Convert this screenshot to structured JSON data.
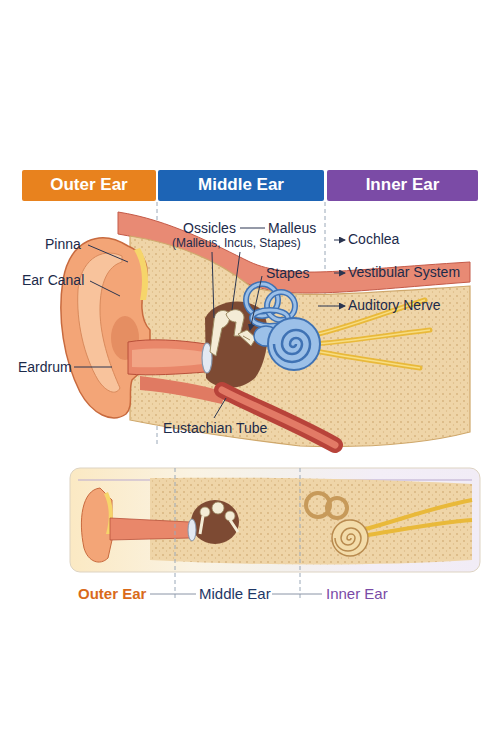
{
  "diagram": {
    "nodes": [
      {
        "text": [
          "Outer Ear"
        ]
      },
      {
        "text": [
          "Middle Ear"
        ]
      },
      {
        "text": [
          "Inner Ear"
        ]
      }
    ],
    "labels": [
      "Pinna",
      "Ear Canal",
      "Eardrum",
      "Ossicles",
      "Malleus",
      "(Malleus, Incus, Stapes)",
      "Stapes",
      "Eustachian Tube",
      "Cochlea",
      "Vestibular System",
      "Auditory Nerve",
      "Outer Ear",
      "Middle Ear",
      "Inner Ear"
    ]
  }
}
